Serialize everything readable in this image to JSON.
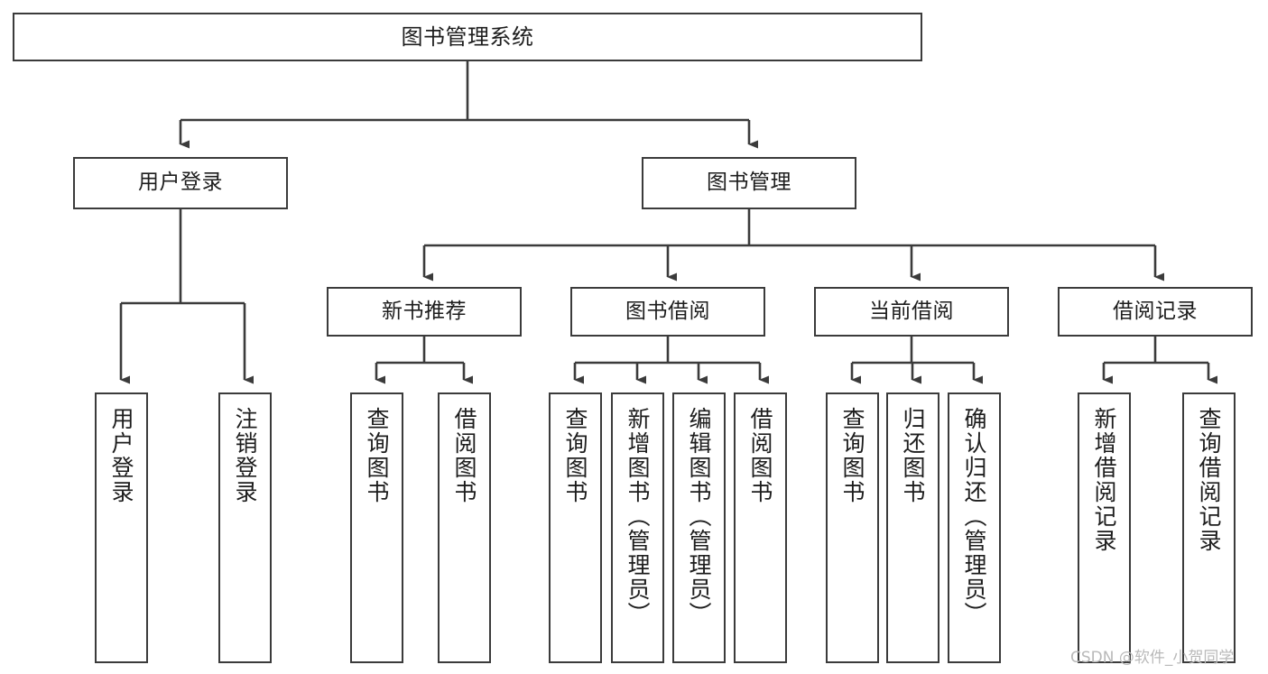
{
  "diagram": {
    "title": "图书管理系统",
    "type": "tree-hierarchy",
    "orientation": "top-down",
    "colors": {
      "box_border": "#3b3b3b",
      "box_fill": "#ffffff",
      "edge": "#3b3b3b",
      "text": "#1d1d1d",
      "watermark": "#b9b9b9",
      "background": "#ffffff"
    },
    "root": {
      "label": "图书管理系统"
    },
    "level2": [
      {
        "label": "用户登录"
      },
      {
        "label": "图书管理"
      }
    ],
    "level3": [
      {
        "label": "新书推荐"
      },
      {
        "label": "图书借阅"
      },
      {
        "label": "当前借阅"
      },
      {
        "label": "借阅记录"
      }
    ],
    "leaves": {
      "user_login": [
        {
          "label": "用户登录"
        },
        {
          "label": "注销登录"
        }
      ],
      "new_book_recommend": [
        {
          "label": "查询图书"
        },
        {
          "label": "借阅图书"
        }
      ],
      "book_borrow": [
        {
          "label": "查询图书"
        },
        {
          "label": "新增图书（管理员）"
        },
        {
          "label": "编辑图书（管理员）"
        },
        {
          "label": "借阅图书"
        }
      ],
      "current_borrow": [
        {
          "label": "查询图书"
        },
        {
          "label": "归还图书"
        },
        {
          "label": "确认归还（管理员）"
        }
      ],
      "borrow_record": [
        {
          "label": "新增借阅记录"
        },
        {
          "label": "查询借阅记录"
        }
      ]
    }
  },
  "watermark": {
    "text": "CSDN @软件_小贺同学"
  }
}
